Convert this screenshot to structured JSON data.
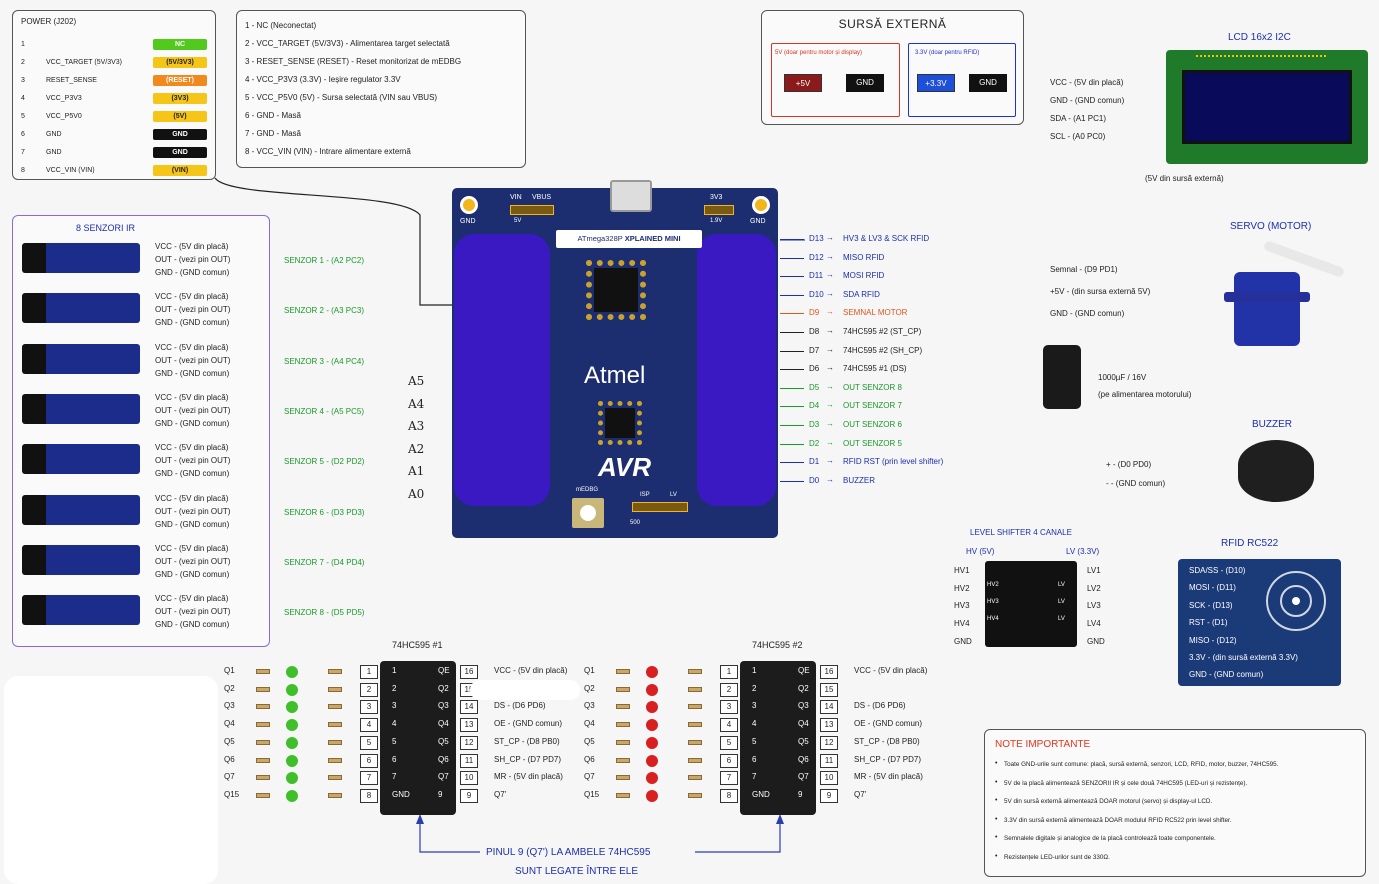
{
  "power": {
    "title": "POWER (J202)",
    "rows": [
      {
        "n": "1",
        "name": "",
        "tag": "NC",
        "color": "#52c91d",
        "fg": "#fff"
      },
      {
        "n": "2",
        "name": "VCC_TARGET (5V/3V3)",
        "tag": "(5V/3V3)",
        "color": "#f5c518",
        "fg": "#222"
      },
      {
        "n": "3",
        "name": "RESET_SENSE",
        "tag": "(RESET)",
        "color": "#f08a1c",
        "fg": "#fff"
      },
      {
        "n": "4",
        "name": "VCC_P3V3",
        "tag": "(3V3)",
        "color": "#f5c518",
        "fg": "#222"
      },
      {
        "n": "5",
        "name": "VCC_P5V0",
        "tag": "(5V)",
        "color": "#f5c518",
        "fg": "#222"
      },
      {
        "n": "6",
        "name": "GND",
        "tag": "GND",
        "color": "#111",
        "fg": "#fff"
      },
      {
        "n": "7",
        "name": "GND",
        "tag": "GND",
        "color": "#111",
        "fg": "#fff"
      },
      {
        "n": "8",
        "name": "VCC_VIN (VIN)",
        "tag": "(VIN)",
        "color": "#f5c518",
        "fg": "#222"
      }
    ]
  },
  "legend": [
    "1 - NC (Neconectat)",
    "2 - VCC_TARGET (5V/3V3) - Alimentarea target selectată",
    "3 - RESET_SENSE (RESET) - Reset monitorizat de mEDBG",
    "4 - VCC_P3V3 (3.3V) - Ieșire regulator 3.3V",
    "5 - VCC_P5V0 (5V) - Sursa selectată (VIN sau VBUS)",
    "6 - GND - Masă",
    "7 - GND - Masă",
    "8 - VCC_VIN (VIN) - Intrare alimentare externă"
  ],
  "ext": {
    "title": "SURSĂ EXTERNĂ",
    "left_label": "5V (doar pentru motor și display)",
    "right_label": "3.3V (doar pentru RFID)",
    "b1": "+5V",
    "b2": "GND",
    "b3": "+3.3V",
    "b4": "GND"
  },
  "lcd": {
    "title": "LCD 16x2 I2C",
    "pins": [
      "VCC - (5V din placă)",
      "GND - (GND comun)",
      "SDA - (A1 PC1)",
      "SCL - (A0 PC0)"
    ],
    "note": "(5V din sursă externă)"
  },
  "sensors": {
    "title": "8 SENZORI IR",
    "pin_vcc": "VCC - (5V din placă)",
    "pin_out": "OUT - (vezi pin OUT)",
    "pin_gnd": "GND - (GND comun)",
    "labels": [
      "SENZOR 1 - (A2 PC2)",
      "SENZOR 2 - (A3 PC3)",
      "SENZOR 3 - (A4 PC4)",
      "SENZOR 4 - (A5 PC5)",
      "SENZOR 5 - (D2 PD2)",
      "SENZOR 6 - (D3 PD3)",
      "SENZOR 7 - (D4 PD4)",
      "SENZOR 8 - (D5 PD5)"
    ]
  },
  "handwritten": [
    "A5",
    "A4",
    "A3",
    "A2",
    "A1",
    "A0"
  ],
  "board": {
    "vin": "VIN",
    "vbus": "VBUS",
    "v3": "3V3",
    "gnd": "GND",
    "v5": "5V",
    "v19": "1.9V",
    "name_a": "ATmega328P",
    "name_b": "XPLAINED MINI",
    "brand": "Atmel",
    "avr": "AVR",
    "medbg": "mEDBG",
    "isp": "ISP",
    "lv": "LV",
    "s500": "500"
  },
  "dpins": [
    {
      "p": "D13",
      "d": "HV3 & LV3 & SCK RFID",
      "c": "blue"
    },
    {
      "p": "D12",
      "d": "MISO RFID",
      "c": "blue"
    },
    {
      "p": "D11",
      "d": "MOSI RFID",
      "c": "blue"
    },
    {
      "p": "D10",
      "d": "SDA RFID",
      "c": "blue"
    },
    {
      "p": "D9",
      "d": "SEMNAL MOTOR",
      "c": "orange"
    },
    {
      "p": "D8",
      "d": "74HC595 #2 (ST_CP)",
      "c": "dark"
    },
    {
      "p": "D7",
      "d": "74HC595 #2 (SH_CP)",
      "c": "dark"
    },
    {
      "p": "D6",
      "d": "74HC595 #1 (DS)",
      "c": "dark"
    },
    {
      "p": "D5",
      "d": "OUT SENZOR 8",
      "c": "green"
    },
    {
      "p": "D4",
      "d": "OUT SENZOR 7",
      "c": "green"
    },
    {
      "p": "D3",
      "d": "OUT SENZOR 6",
      "c": "green"
    },
    {
      "p": "D2",
      "d": "OUT SENZOR 5",
      "c": "green"
    },
    {
      "p": "D1",
      "d": "RFID RST (prin level shifter)",
      "c": "blue"
    },
    {
      "p": "D0",
      "d": "BUZZER",
      "c": "blue"
    }
  ],
  "servo": {
    "title": "SERVO (MOTOR)",
    "pins": [
      "Semnal - (D9 PD1)",
      "+5V - (din sursa externă 5V)",
      "GND - (GND comun)"
    ]
  },
  "cap": {
    "l1": "1000µF / 16V",
    "l2": "(pe alimentarea motorului)"
  },
  "buzzer": {
    "title": "BUZZER",
    "pins": [
      "+ - (D0 PD0)",
      "- - (GND comun)"
    ]
  },
  "shifter": {
    "title": "LEVEL SHIFTER 4 CANALE",
    "hv": "HV (5V)",
    "lv": "LV (3.3V)",
    "left": [
      "HV1",
      "HV2",
      "HV3",
      "HV4",
      "GND"
    ],
    "right": [
      "LV1",
      "LV2",
      "LV3",
      "LV4",
      "GND"
    ],
    "inner_l": [
      "HV2",
      "HV3",
      "HV4"
    ],
    "inner_r": [
      "LV",
      "LV",
      "LV"
    ]
  },
  "rfid": {
    "title": "RFID RC522",
    "pins": [
      "SDA/SS - (D10)",
      "MOSI - (D11)",
      "SCK - (D13)",
      "RST - (D1)",
      "MISO - (D12)",
      "3.3V - (din sursă externă 3.3V)",
      "GND - (GND comun)"
    ]
  },
  "ic1": {
    "title": "74HC595 #1",
    "left": [
      "1",
      "2",
      "3",
      "4",
      "5",
      "6",
      "7",
      "8"
    ],
    "right": [
      "16",
      "15",
      "14",
      "13",
      "12",
      "11",
      "10",
      "9"
    ],
    "inl": [
      "1",
      "2",
      "3",
      "4",
      "5",
      "6",
      "7",
      "GND"
    ],
    "inr": [
      "QE",
      "Q2",
      "Q3",
      "Q4",
      "Q5",
      "Q6",
      "Q7",
      "9"
    ],
    "ext": [
      "VCC - (5V din placă)",
      "",
      "DS - (D6 PD6)",
      "OE - (GND comun)",
      "ST_CP - (D8 PB0)",
      "SH_CP - (D7 PD7)",
      "MR - (5V din placă)",
      "Q7'"
    ],
    "q": [
      "Q1",
      "Q2",
      "Q3",
      "Q4",
      "Q5",
      "Q6",
      "Q7",
      "Q15"
    ]
  },
  "ic2": {
    "title": "74HC595 #2",
    "left": [
      "1",
      "2",
      "3",
      "4",
      "5",
      "6",
      "7",
      "8"
    ],
    "right": [
      "16",
      "15",
      "14",
      "13",
      "12",
      "11",
      "10",
      "9"
    ],
    "inl": [
      "1",
      "2",
      "3",
      "4",
      "5",
      "6",
      "7",
      "GND"
    ],
    "inr": [
      "QE",
      "Q2",
      "Q3",
      "Q4",
      "Q5",
      "Q6",
      "Q7",
      "9"
    ],
    "ext": [
      "VCC - (5V din placă)",
      "",
      "DS - (D6 PD6)",
      "OE - (GND comun)",
      "ST_CP - (D8 PB0)",
      "SH_CP - (D7 PD7)",
      "MR - (5V din placă)",
      "Q7'"
    ],
    "q": [
      "Q1",
      "Q2",
      "Q3",
      "Q4",
      "Q5",
      "Q6",
      "Q7",
      "Q15"
    ]
  },
  "bottom": {
    "l1": "PINUL 9 (Q7') LA AMBELE 74HC595",
    "l2": "SUNT LEGATE ÎNTRE ELE"
  },
  "notes": {
    "title": "NOTE IMPORTANTE",
    "items": [
      "Toate GND-urile sunt comune: placă, sursă externă, senzori, LCD, RFID, motor, buzzer, 74HC595.",
      "5V de la placă alimentează SENZORII IR și cele două 74HC595 (LED-uri și rezistențe).",
      "5V din sursă externă alimentează DOAR motorul (servo) și display-ul LCD.",
      "3.3V din sursă externă alimentează DOAR modulul RFID RC522 prin level shifter.",
      "Semnalele digitale și analogice de la placă controlează toate componentele.",
      "Rezistențele LED-urilor sunt de 330Ω."
    ]
  }
}
